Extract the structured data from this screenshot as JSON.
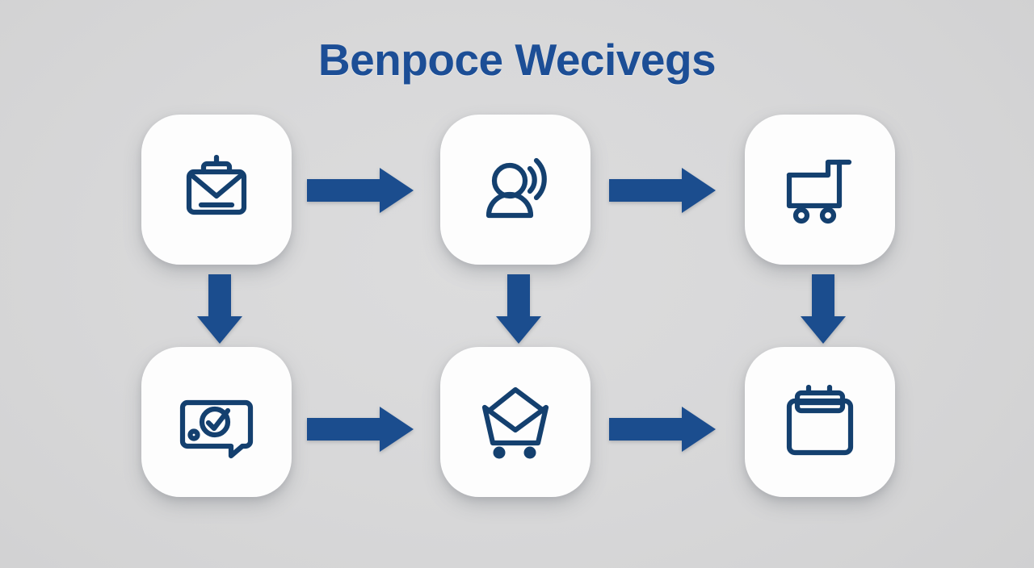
{
  "page": {
    "title": "Benpoce Wecivegs",
    "background_color": "#d6d6d7",
    "accent_color": "#1b4d8e",
    "title_color": "#1c4e96",
    "card_color": "#fdfdfd"
  },
  "diagram": {
    "type": "flow-grid",
    "columns": 3,
    "rows": 2,
    "nodes": [
      {
        "id": "node-1",
        "row": 1,
        "column": 1,
        "icon": "briefcase-envelope-icon",
        "label": ""
      },
      {
        "id": "node-2",
        "row": 1,
        "column": 2,
        "icon": "person-signal-icon",
        "label": ""
      },
      {
        "id": "node-3",
        "row": 1,
        "column": 3,
        "icon": "shopping-cart-icon",
        "label": ""
      },
      {
        "id": "node-4",
        "row": 2,
        "column": 1,
        "icon": "speech-bubble-check-icon",
        "label": ""
      },
      {
        "id": "node-5",
        "row": 2,
        "column": 2,
        "icon": "cart-envelope-icon",
        "label": ""
      },
      {
        "id": "node-6",
        "row": 2,
        "column": 3,
        "icon": "clipboard-icon",
        "label": ""
      }
    ],
    "connectors": [
      {
        "id": "arrow-1",
        "from": "node-1",
        "to": "node-2",
        "direction": "right"
      },
      {
        "id": "arrow-2",
        "from": "node-2",
        "to": "node-3",
        "direction": "right"
      },
      {
        "id": "arrow-3",
        "from": "node-1",
        "to": "node-4",
        "direction": "down"
      },
      {
        "id": "arrow-4",
        "from": "node-2",
        "to": "node-5",
        "direction": "down"
      },
      {
        "id": "arrow-5",
        "from": "node-3",
        "to": "node-6",
        "direction": "down"
      },
      {
        "id": "arrow-6",
        "from": "node-4",
        "to": "node-5",
        "direction": "right"
      },
      {
        "id": "arrow-7",
        "from": "node-5",
        "to": "node-6",
        "direction": "right"
      }
    ]
  }
}
